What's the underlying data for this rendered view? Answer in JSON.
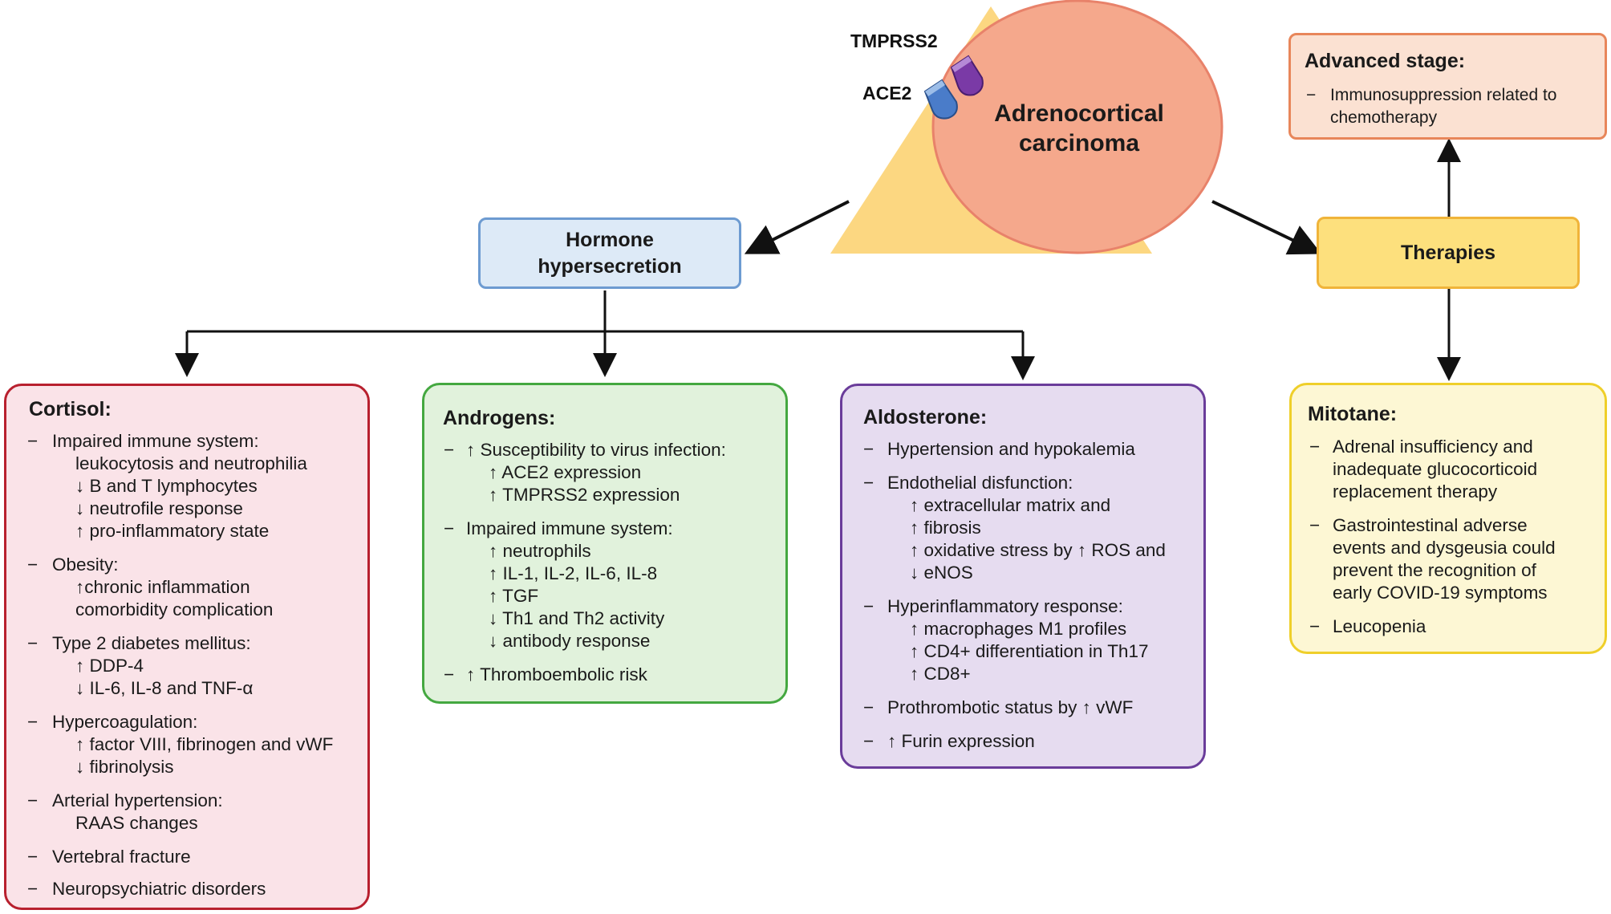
{
  "colors": {
    "triangle": "#fcd781",
    "circle_fill": "#f5a88c",
    "circle_stroke": "#e8826a",
    "ace2": "#4a7cc9",
    "tmprss2": "#7a3aa6",
    "hormone_fill": "#ddeaf7",
    "hormone_border": "#6d9bd1",
    "therapies_fill": "#fde07d",
    "therapies_border": "#f0b43a",
    "advanced_fill": "#fbe1d2",
    "advanced_border": "#e8865a",
    "cortisol_fill": "#fae3e8",
    "cortisol_border": "#b8202e",
    "androgens_fill": "#e1f2dc",
    "androgens_border": "#44a840",
    "aldosterone_fill": "#e6dcf0",
    "aldosterone_border": "#6a3c9a",
    "mitotane_fill": "#fdf7d4",
    "mitotane_border": "#efcf2a"
  },
  "tumor": {
    "title_line1": "Adrenocortical",
    "title_line2": "carcinoma",
    "tmprss2_label": "TMPRSS2",
    "ace2_label": "ACE2"
  },
  "hormone": {
    "line1": "Hormone",
    "line2": "hypersecretion"
  },
  "therapies": {
    "label": "Therapies"
  },
  "advanced": {
    "title": "Advanced  stage:",
    "item1_line1": "Immunosuppression related to",
    "item1_line2": "chemotherapy"
  },
  "cortisol": {
    "title": "Cortisol:",
    "i1": "Impaired immune system:",
    "i1a": "leukocytosis and neutrophilia",
    "i1b": "↓ B and T lymphocytes",
    "i1c": "↓ neutrofile response",
    "i1d": "↑ pro-inflammatory state",
    "i2": "Obesity:",
    "i2a": "↑chronic inflammation",
    "i2b": "comorbidity complication",
    "i3": "Type 2 diabetes mellitus:",
    "i3a": "↑ DDP-4",
    "i3b": "↓ IL-6, IL-8 and TNF-α",
    "i4": "Hypercoagulation:",
    "i4a": "↑ factor VIII,  fibrinogen and vWF",
    "i4b": "↓ fibrinolysis",
    "i5": "Arterial hypertension:",
    "i5a": "RAAS changes",
    "i6": "Vertebral fracture",
    "i7": "Neuropsychiatric disorders"
  },
  "androgens": {
    "title": "Androgens:",
    "i1": "↑ Susceptibility to virus infection:",
    "i1a": "↑ ACE2 expression",
    "i1b": "↑ TMPRSS2 expression",
    "i2": "Impaired immune system:",
    "i2a": "↑ neutrophils",
    "i2b": "↑ IL-1, IL-2, IL-6, IL-8",
    "i2c": "↑ TGF",
    "i2d": "↓ Th1 and Th2 activity",
    "i2e": "↓ antibody response",
    "i3": "↑ Thromboembolic risk"
  },
  "aldosterone": {
    "title": "Aldosterone:",
    "i1": "Hypertension and hypokalemia",
    "i2": "Endothelial disfunction:",
    "i2a": "↑ extracellular matrix and",
    "i2b": "↑ fibrosis",
    "i2c": "↑ oxidative  stress by ↑ ROS and",
    "i2d": "↓ eNOS",
    "i3": "Hyperinflammatory response:",
    "i3a": "↑ macrophages M1 profiles",
    "i3b": "↑ CD4+ differentiation  in Th17",
    "i3c": "↑ CD8+",
    "i4": "Prothrombotic status by ↑ vWF",
    "i5": "↑ Furin expression"
  },
  "mitotane": {
    "title": "Mitotane:",
    "i1a": "Adrenal insufficiency and",
    "i1b": "inadequate glucocorticoid",
    "i1c": "replacement therapy",
    "i2a": "Gastrointestinal adverse",
    "i2b": "events and dysgeusia could",
    "i2c": "prevent the recognition of",
    "i2d": "early COVID-19 symptoms",
    "i3": "Leucopenia"
  },
  "dash": "−"
}
